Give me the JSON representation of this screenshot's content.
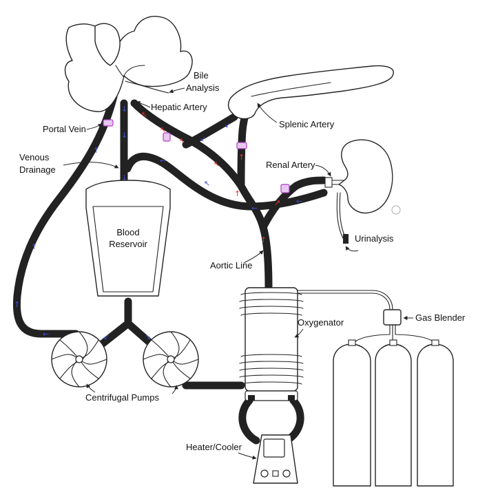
{
  "labels": {
    "bile_analysis_line1": "Bile",
    "bile_analysis_line2": "Analysis",
    "hepatic_artery": "Hepatic Artery",
    "portal_vein": "Portal Vein",
    "splenic_artery": "Splenic Artery",
    "venous_drainage_line1": "Venous",
    "venous_drainage_line2": "Drainage",
    "renal_artery": "Renal Artery",
    "blood_reservoir_line1": "Blood",
    "blood_reservoir_line2": "Reservoir",
    "urinalysis": "Urinalysis",
    "aortic_line": "Aortic Line",
    "oxygenator": "Oxygenator",
    "gas_blender": "Gas Blender",
    "centrifugal_pumps": "Centrifugal Pumps",
    "heater_cooler": "Heater/Cooler"
  },
  "colors": {
    "arterial_flow": "#e8322a",
    "venous_flow": "#3d4fd8",
    "tubing_clamp": "#b03ac8",
    "outline": "#222222"
  },
  "icons": {
    "liver": "liver-icon",
    "spleen": "spleen-icon",
    "kidney": "kidney-icon"
  }
}
